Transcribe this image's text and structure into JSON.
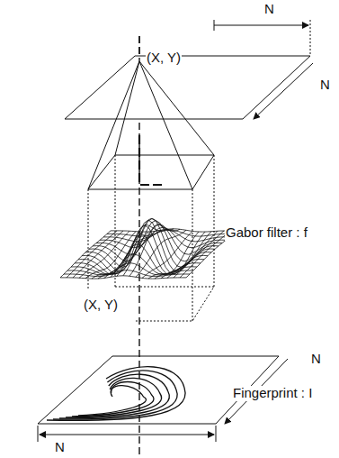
{
  "diagram": {
    "labels": [
      "N",
      "N",
      "(X, Y)",
      "Gabor filter : f",
      "(X, Y)",
      "N",
      "Fingerprint : I",
      "N"
    ]
  }
}
